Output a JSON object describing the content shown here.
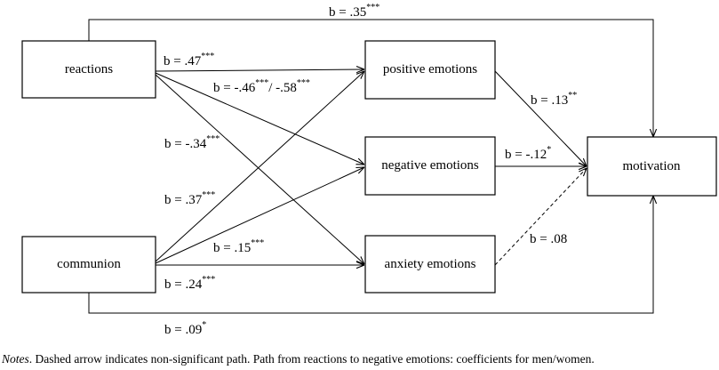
{
  "nodes": {
    "reactions": "reactions",
    "communion": "communion",
    "positive": "positive emotions",
    "negative": "negative emotions",
    "anxiety": "anxiety emotions",
    "motivation": "motivation"
  },
  "paths": {
    "reactions_motivation": {
      "b": "b = .35",
      "sig": "***"
    },
    "reactions_positive": {
      "b": "b = .47",
      "sig": "***"
    },
    "reactions_negative": {
      "b": "b = -.46",
      "sig": "***",
      "b2": "/ -.58",
      "sig2": "***"
    },
    "reactions_anxiety": {
      "b": "b = -.34",
      "sig": "***"
    },
    "communion_positive": {
      "b": "b = .37",
      "sig": "***"
    },
    "communion_negative": {
      "b": "b = .15",
      "sig": "***"
    },
    "communion_anxiety": {
      "b": "b = .24",
      "sig": "***"
    },
    "communion_motivation": {
      "b": "b = .09",
      "sig": "*"
    },
    "positive_motivation": {
      "b": "b = .13",
      "sig": "**"
    },
    "negative_motivation": {
      "b": "b = -.12",
      "sig": "*"
    },
    "anxiety_motivation": {
      "b": "b = .08",
      "sig": ""
    }
  },
  "notes": {
    "label": "Notes",
    "text": ". Dashed arrow indicates non-significant path. Path from reactions to negative emotions: coefficients for men/women."
  }
}
